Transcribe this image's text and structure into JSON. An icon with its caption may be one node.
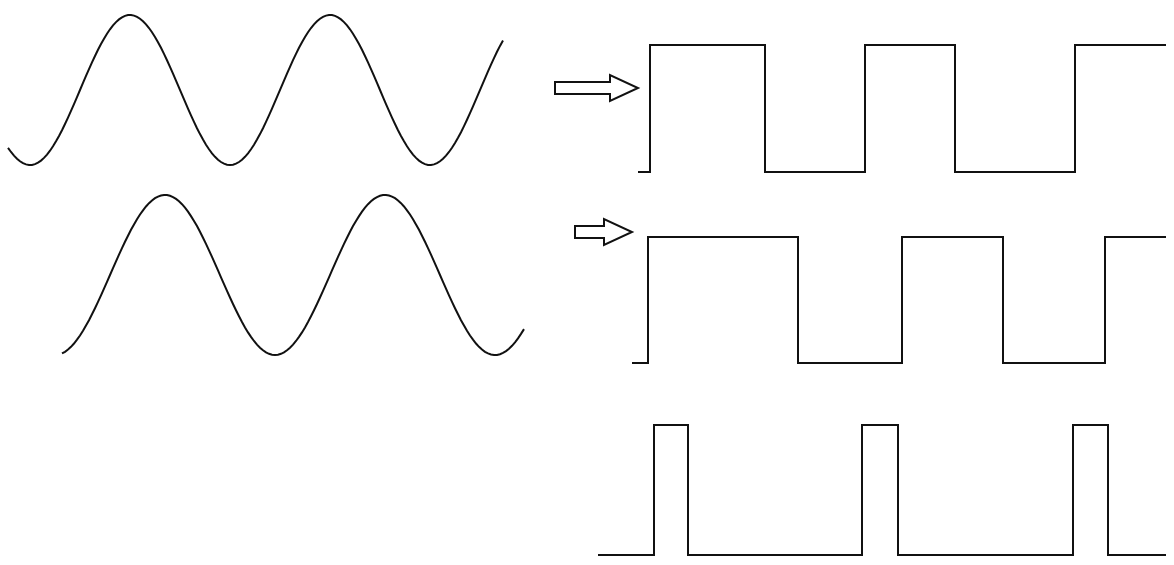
{
  "diagram": {
    "nodes": [
      {
        "text": [],
        "shape": "wave"
      },
      {
        "text": [],
        "shape": "wave"
      },
      {
        "text": [],
        "shape": "wave"
      },
      {
        "text": [],
        "shape": "wave"
      },
      {
        "text": [],
        "shape": "wave"
      }
    ],
    "edges": [
      {
        "from": 0,
        "to": 1,
        "arrow": "to"
      },
      {
        "from": 2,
        "to": 3,
        "arrow": "to"
      }
    ]
  }
}
